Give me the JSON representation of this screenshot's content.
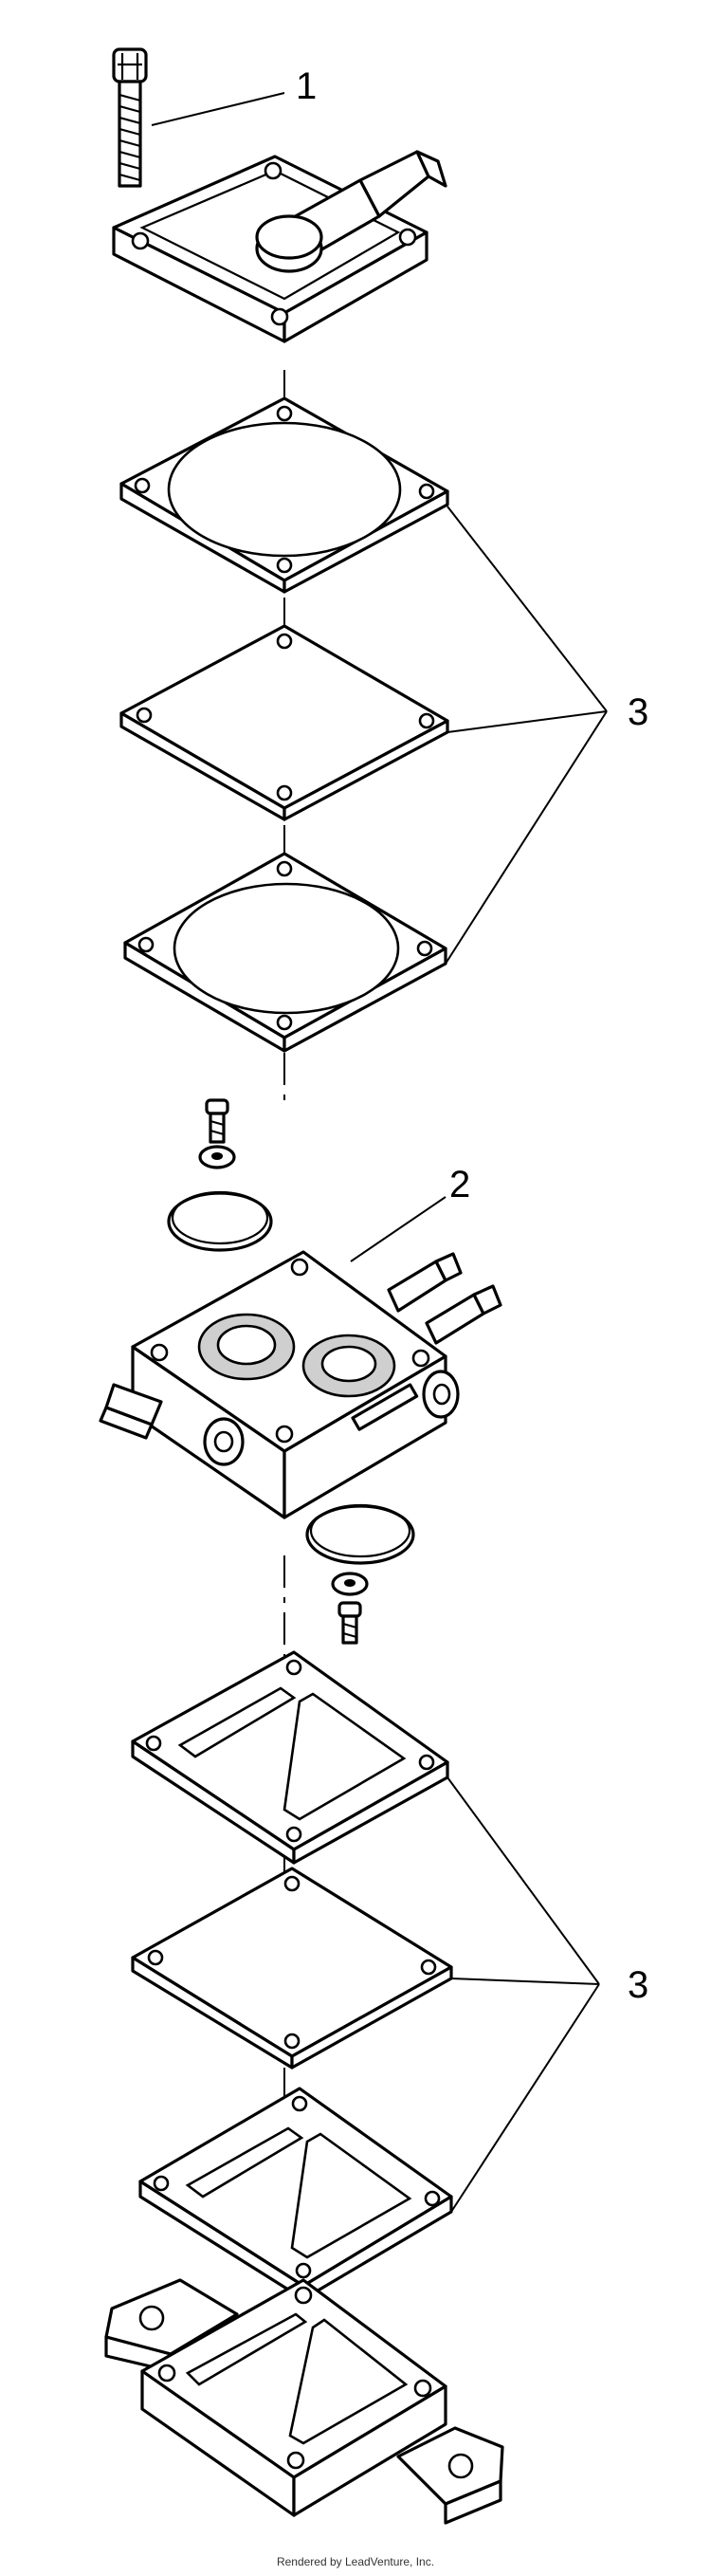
{
  "callouts": {
    "screw": "1",
    "pump_body": "2",
    "upper_gasket_set": "3",
    "lower_gasket_set": "3"
  },
  "footer": {
    "credit": "Rendered by LeadVenture, Inc."
  }
}
